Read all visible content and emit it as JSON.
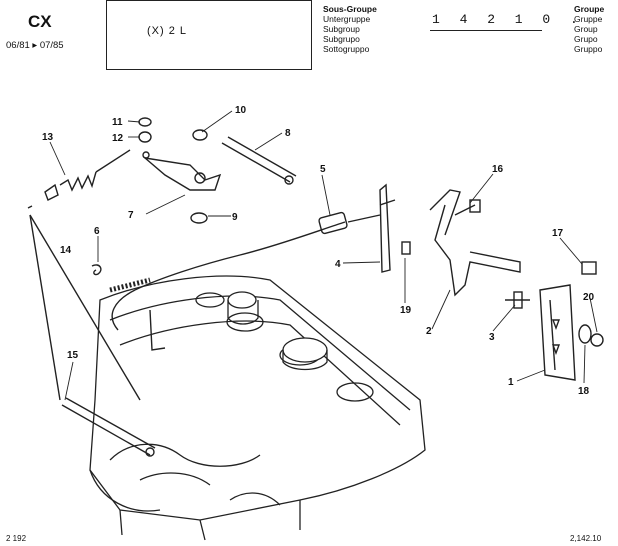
{
  "header": {
    "model": "CX",
    "dates": "06/81 ▸ 07/85",
    "variant": "(X) 2 L",
    "subgroup_labels": [
      "Sous-Groupe",
      "Untergruppe",
      "Subgroup",
      "Subgrupo",
      "Sottogruppo"
    ],
    "group_labels": [
      "Groupe",
      "Gruppe",
      "Group",
      "Grupo",
      "Gruppo"
    ],
    "subgroup_code": "1 4 2 1 0 ."
  },
  "footer": {
    "left": "2 192",
    "right": "2,142.10"
  },
  "callouts": [
    {
      "num": "1"
    },
    {
      "num": "2"
    },
    {
      "num": "3"
    },
    {
      "num": "4"
    },
    {
      "num": "5"
    },
    {
      "num": "6"
    },
    {
      "num": "7"
    },
    {
      "num": "8"
    },
    {
      "num": "9"
    },
    {
      "num": "10"
    },
    {
      "num": "11"
    },
    {
      "num": "12"
    },
    {
      "num": "13"
    },
    {
      "num": "14"
    },
    {
      "num": "15"
    },
    {
      "num": "16"
    },
    {
      "num": "17"
    },
    {
      "num": "18"
    },
    {
      "num": "19"
    },
    {
      "num": "20"
    }
  ]
}
